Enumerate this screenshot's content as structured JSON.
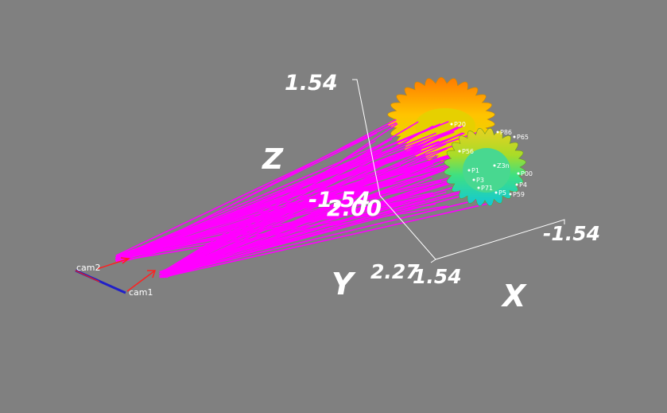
{
  "scene": {
    "background": "#808080",
    "ray_color": "#ff00ff",
    "axes": {
      "x_label": "X",
      "y_label": "Y",
      "z_label": "Z",
      "ticks": {
        "z_top": "1.54",
        "z_bottom": "-1.54",
        "y_value": "2.00",
        "y_min": "2.27",
        "x_min": "1.54",
        "x_max": "-1.54"
      }
    },
    "cameras": [
      {
        "name": "cam2"
      },
      {
        "name": "cam1"
      }
    ],
    "point_labels": [
      "P20",
      "P86",
      "P65",
      "P56",
      "P1",
      "Z3n",
      "P00",
      "P4",
      "P71",
      "P3",
      "P59",
      "P5"
    ]
  }
}
